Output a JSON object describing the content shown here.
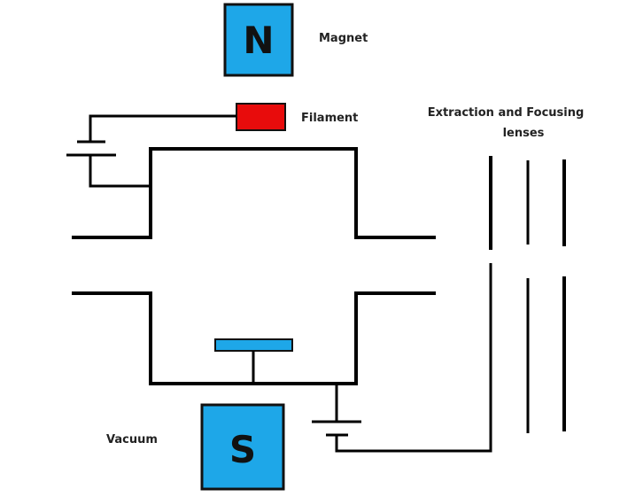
{
  "diagram": {
    "title": "Ion source schematic",
    "labels": {
      "magnet": "Magnet",
      "filament": "Filament",
      "lenses_line1": "Extraction and Focusing",
      "lenses_line2": "lenses",
      "vacuum": "Vacuum"
    },
    "magnet_north": {
      "pole": "N",
      "color": "#1ea7e8"
    },
    "magnet_south": {
      "pole": "S",
      "color": "#1ea7e8"
    },
    "filament": {
      "color": "#e80c0c"
    },
    "target_plate": {
      "color": "#1ea7e8"
    },
    "lens_count": 3
  }
}
